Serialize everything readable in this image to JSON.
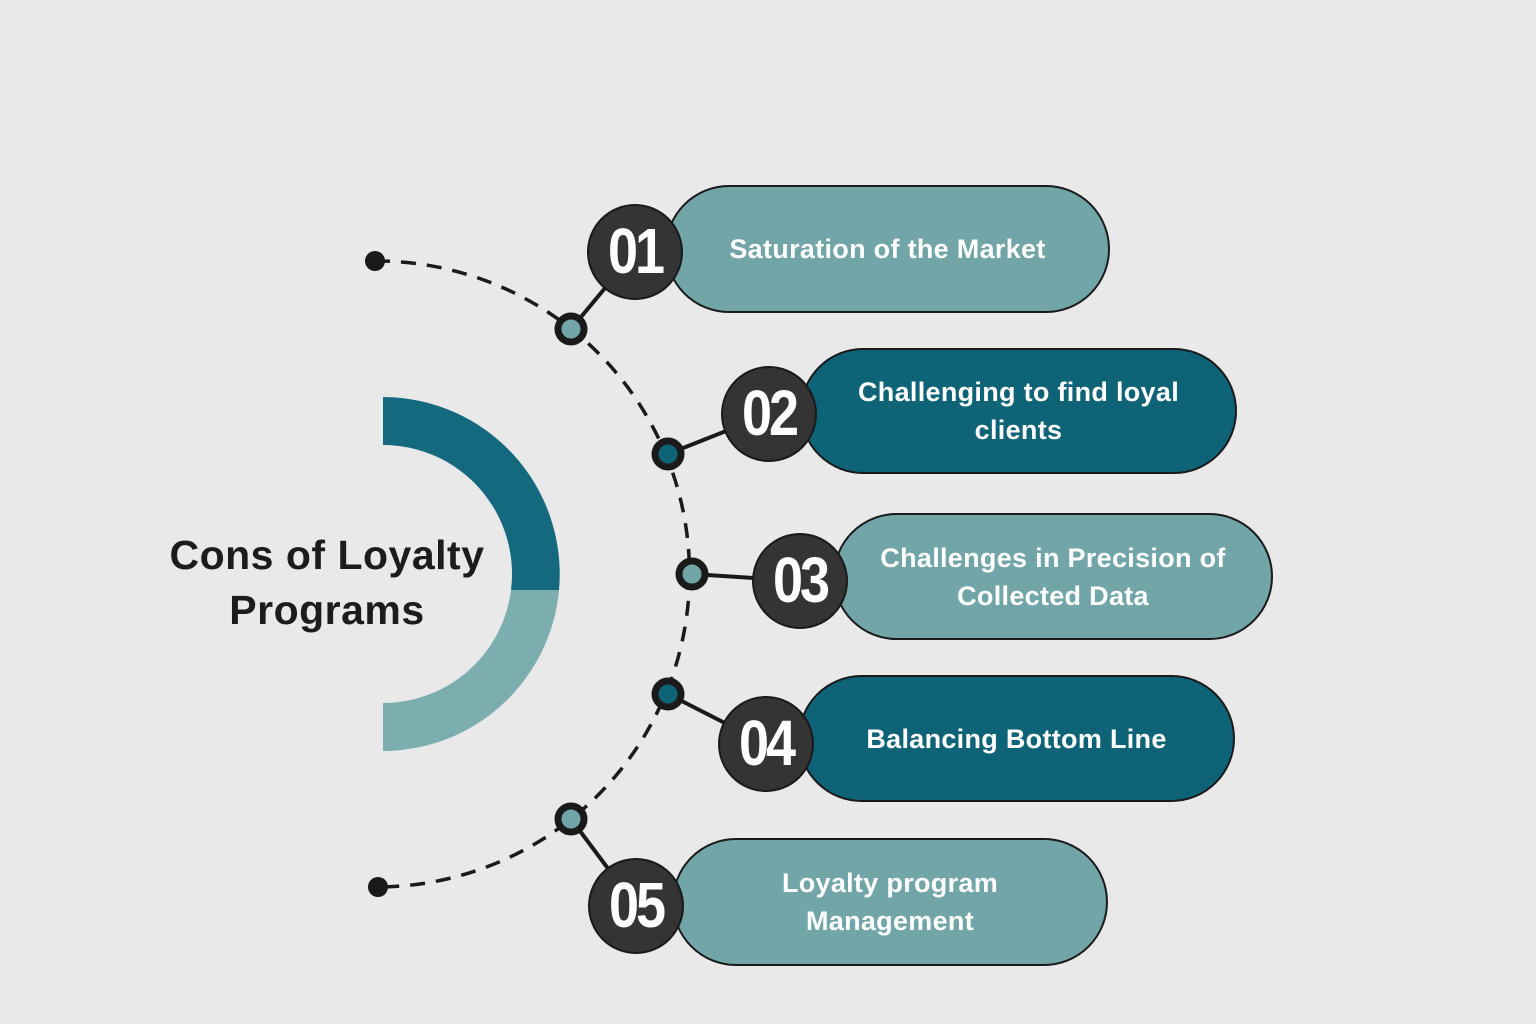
{
  "title": {
    "line1": "Cons of Loyalty",
    "line2": "Programs"
  },
  "items": [
    {
      "number": "01",
      "label": "Saturation of the Market",
      "variant": "light"
    },
    {
      "number": "02",
      "label": "Challenging to find loyal clients",
      "variant": "dark"
    },
    {
      "number": "03",
      "label": "Challenges in Precision of Collected Data",
      "variant": "light"
    },
    {
      "number": "04",
      "label": "Balancing Bottom Line",
      "variant": "dark"
    },
    {
      "number": "05",
      "label": "Loyalty program Management",
      "variant": "light"
    }
  ],
  "colors": {
    "background": "#e9e9e9",
    "light_teal": "#71a5a8",
    "dark_teal": "#0e6377",
    "donut_light": "#7cadaf",
    "donut_dark": "#15697e",
    "number_circle": "#343434",
    "stroke": "#1a1a1a",
    "pill_text": "#ffffff",
    "title_text": "#1c1c1c"
  }
}
